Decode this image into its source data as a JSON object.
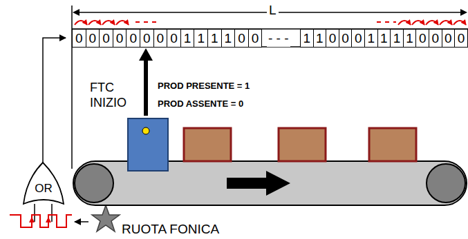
{
  "diagram": {
    "nodes": [
      {
        "text": [
          "OR"
        ]
      }
    ],
    "labels": [
      "L",
      "0",
      "0",
      "0",
      "0",
      "0",
      "0",
      "0",
      "0",
      "1",
      "1",
      "1",
      "1",
      "0",
      "0",
      "- - -",
      "1",
      "1",
      "0",
      "0",
      "0",
      "1",
      "1",
      "1",
      "1",
      "0",
      "0",
      "0",
      "0",
      "FTC INIZIO",
      "PROD PRESENTE = 1",
      "PROD ASSENTE = 0",
      "RUOTA FONICA"
    ]
  }
}
